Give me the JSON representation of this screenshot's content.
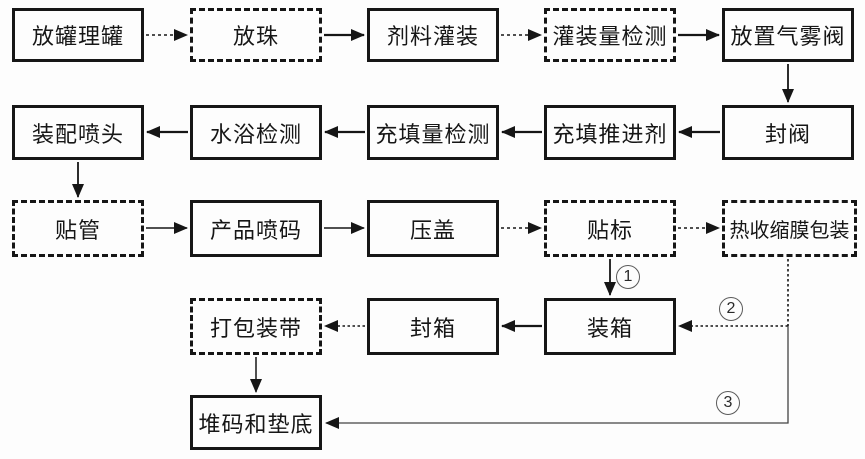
{
  "figure": {
    "type": "flowchart",
    "description": "Aerosol product manufacturing process flow diagram"
  },
  "colors": {
    "line": "#161616",
    "background": "#fdfdfd",
    "box_fill": "#fdfdfd"
  },
  "nodes": [
    {
      "id": "place-cans",
      "label": "放罐理罐",
      "border": "solid"
    },
    {
      "id": "place-ball",
      "label": "放珠",
      "border": "dashed"
    },
    {
      "id": "fill-formula",
      "label": "剂料灌装",
      "border": "solid"
    },
    {
      "id": "fill-volume-check",
      "label": "灌装量检测",
      "border": "dashed"
    },
    {
      "id": "place-aerosol-valve",
      "label": "放置气雾阀",
      "border": "solid"
    },
    {
      "id": "seal-valve",
      "label": "封阀",
      "border": "solid"
    },
    {
      "id": "fill-propellant",
      "label": "充填推进剂",
      "border": "solid"
    },
    {
      "id": "propellant-volume-check",
      "label": "充填量检测",
      "border": "solid"
    },
    {
      "id": "water-bath-test",
      "label": "水浴检测",
      "border": "solid"
    },
    {
      "id": "assemble-nozzle",
      "label": "装配喷头",
      "border": "solid"
    },
    {
      "id": "attach-tube",
      "label": "贴管",
      "border": "dashed"
    },
    {
      "id": "product-coding",
      "label": "产品喷码",
      "border": "solid"
    },
    {
      "id": "press-cap",
      "label": "压盖",
      "border": "solid"
    },
    {
      "id": "labeling",
      "label": "贴标",
      "border": "dashed"
    },
    {
      "id": "heat-shrink-wrap",
      "label": "热收缩膜包装",
      "border": "dashed"
    },
    {
      "id": "seal-carton",
      "label": "封箱",
      "border": "solid"
    },
    {
      "id": "pack-carton",
      "label": "装箱",
      "border": "solid"
    },
    {
      "id": "strapping",
      "label": "打包装带",
      "border": "dashed"
    },
    {
      "id": "stack-and-pad",
      "label": "堆码和垫底",
      "border": "solid"
    }
  ],
  "annotations": [
    {
      "id": "circle-1",
      "label": "1",
      "on_edge": "labeling -> pack-carton"
    },
    {
      "id": "circle-2",
      "label": "2",
      "on_edge": "heat-shrink-wrap -> pack-carton"
    },
    {
      "id": "circle-3",
      "label": "3",
      "on_edge": "heat-shrink-wrap -> stack-and-pad"
    }
  ],
  "edges": [
    {
      "from": "place-cans",
      "to": "place-ball",
      "style": "dotted"
    },
    {
      "from": "place-ball",
      "to": "fill-formula",
      "style": "solid"
    },
    {
      "from": "fill-formula",
      "to": "fill-volume-check",
      "style": "dotted"
    },
    {
      "from": "fill-volume-check",
      "to": "place-aerosol-valve",
      "style": "solid"
    },
    {
      "from": "place-aerosol-valve",
      "to": "seal-valve",
      "style": "solid"
    },
    {
      "from": "seal-valve",
      "to": "fill-propellant",
      "style": "solid"
    },
    {
      "from": "fill-propellant",
      "to": "propellant-volume-check",
      "style": "solid"
    },
    {
      "from": "propellant-volume-check",
      "to": "water-bath-test",
      "style": "solid"
    },
    {
      "from": "water-bath-test",
      "to": "assemble-nozzle",
      "style": "solid"
    },
    {
      "from": "assemble-nozzle",
      "to": "attach-tube",
      "style": "solid"
    },
    {
      "from": "attach-tube",
      "to": "product-coding",
      "style": "solid"
    },
    {
      "from": "product-coding",
      "to": "press-cap",
      "style": "solid"
    },
    {
      "from": "press-cap",
      "to": "labeling",
      "style": "dotted"
    },
    {
      "from": "labeling",
      "to": "heat-shrink-wrap",
      "style": "dotted"
    },
    {
      "from": "labeling",
      "to": "pack-carton",
      "style": "solid",
      "annotation": "1"
    },
    {
      "from": "heat-shrink-wrap",
      "to": "pack-carton",
      "style": "dotted",
      "annotation": "2"
    },
    {
      "from": "pack-carton",
      "to": "seal-carton",
      "style": "solid"
    },
    {
      "from": "seal-carton",
      "to": "strapping",
      "style": "dotted"
    },
    {
      "from": "strapping",
      "to": "stack-and-pad",
      "style": "solid"
    },
    {
      "from": "heat-shrink-wrap",
      "to": "stack-and-pad",
      "style": "solid",
      "annotation": "3"
    }
  ]
}
